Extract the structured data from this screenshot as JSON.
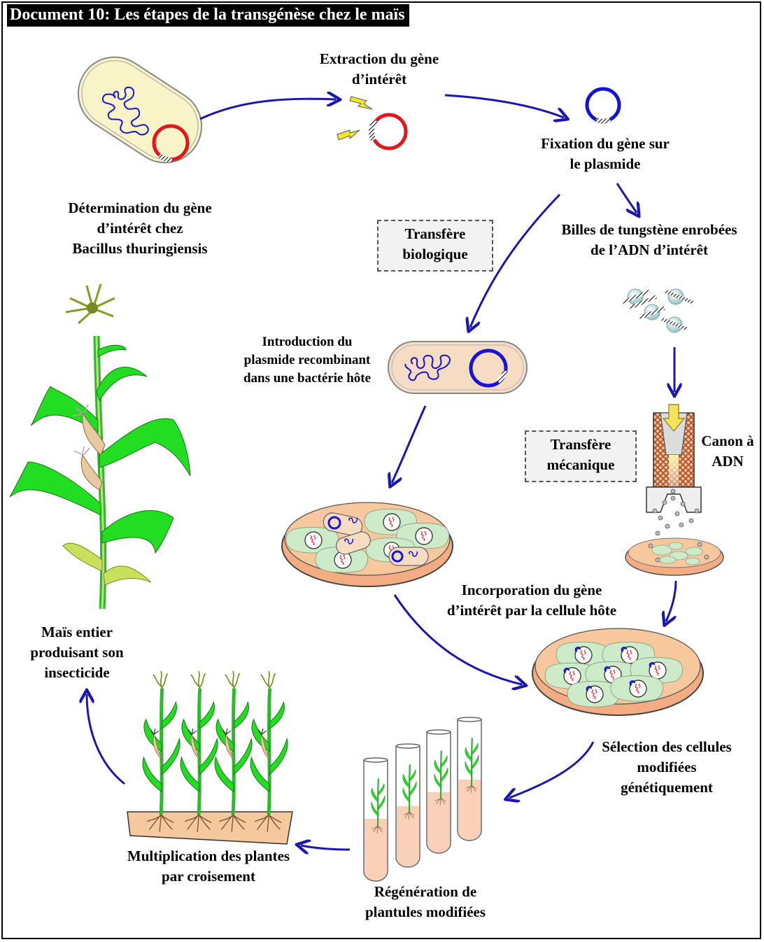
{
  "title": "Document 10: Les étapes de la transgénèse chez le maïs",
  "labels": {
    "determination": [
      "Détermination du gène",
      "d’intérêt chez",
      "Bacillus thuringiensis"
    ],
    "extraction": [
      "Extraction du gène",
      "d’intérêt"
    ],
    "fixation": [
      "Fixation du gène sur",
      "le plasmide"
    ],
    "billes": [
      "Billes de tungstène enrobées",
      "de l’ADN d’intérêt"
    ],
    "transfert_bio": [
      "Transfère",
      "biologique"
    ],
    "introduction": [
      "Introduction du",
      "plasmide recombinant",
      "dans une bactérie hôte"
    ],
    "transfert_meca": [
      "Transfère",
      "mécanique"
    ],
    "canon": [
      "Canon à",
      "ADN"
    ],
    "incorporation": [
      "Incorporation du gène",
      "d’intérêt par la cellule hôte"
    ],
    "mais_entier": [
      "Maïs entier",
      "produisant son",
      "insecticide"
    ],
    "selection": [
      "Sélection des cellules",
      "modifiées",
      "génétiquement"
    ],
    "multiplication": [
      "Multiplication des plantes",
      "par croisement"
    ],
    "regeneration": [
      "Régénération de",
      "plantules modifiées"
    ]
  },
  "colors": {
    "arrow": "#1a17b0",
    "plasmid_red": "#e8141c",
    "plasmid_blue": "#1414d6",
    "bacterium": "#f8f4c8",
    "petri": "#f7c79e",
    "cell": "#cdebc8",
    "leaf": "#22dd22",
    "lightning": "#f2e828",
    "medium": "#fbd0b8"
  }
}
